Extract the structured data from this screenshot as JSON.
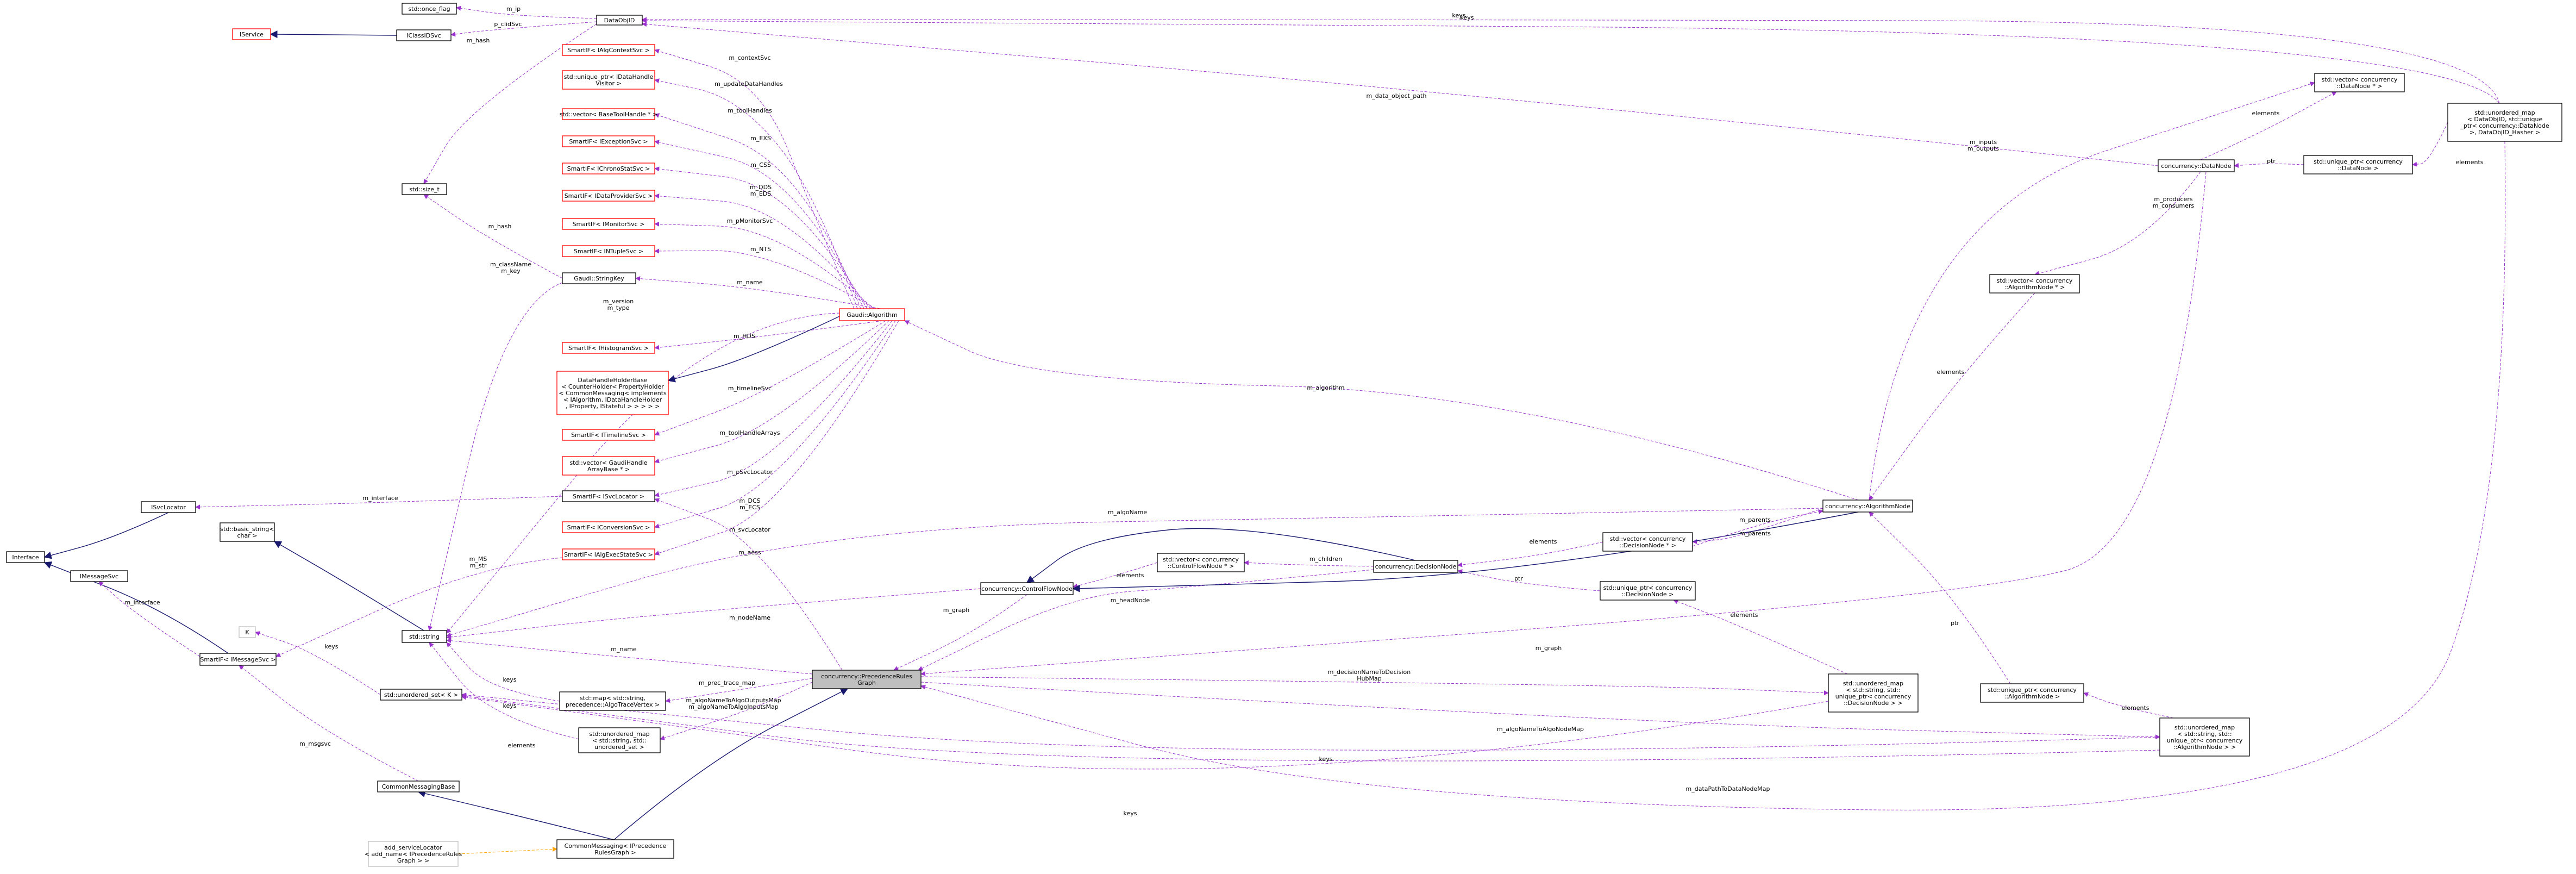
{
  "colors": {
    "node_border_default": "#000000",
    "node_border_undocumented": "#ff0000",
    "node_border_external": "#bfbfbf",
    "node_fill_focus": "#bfbfbf",
    "usage_edge": "#9a32cd",
    "inheritance_edge": "#191970",
    "template_edge": "#ffa500"
  },
  "diagram": {
    "nodes": [
      {
        "id": "once_flag",
        "lines": [
          "std::once_flag"
        ],
        "kind": "default"
      },
      {
        "id": "dataobjid",
        "lines": [
          "DataObjID"
        ],
        "kind": "default"
      },
      {
        "id": "iservice",
        "lines": [
          "IService"
        ],
        "kind": "undocumented"
      },
      {
        "id": "iclassidsvc",
        "lines": [
          "IClassIDSvc"
        ],
        "kind": "default"
      },
      {
        "id": "sp_algcontext",
        "lines": [
          "SmartIF< IAlgContextSvc >"
        ],
        "kind": "undocumented"
      },
      {
        "id": "up_datahandle",
        "lines": [
          "std::unique_ptr< IDataHandle",
          "Visitor >"
        ],
        "kind": "undocumented"
      },
      {
        "id": "vec_basetool",
        "lines": [
          "std::vector< BaseToolHandle * >"
        ],
        "kind": "undocumented"
      },
      {
        "id": "sp_exception",
        "lines": [
          "SmartIF< IExceptionSvc >"
        ],
        "kind": "undocumented"
      },
      {
        "id": "sp_chrono",
        "lines": [
          "SmartIF< IChronoStatSvc >"
        ],
        "kind": "undocumented"
      },
      {
        "id": "sp_dataprovider",
        "lines": [
          "SmartIF< IDataProviderSvc >"
        ],
        "kind": "undocumented"
      },
      {
        "id": "std_size_t",
        "lines": [
          "std::size_t"
        ],
        "kind": "default"
      },
      {
        "id": "sp_monitor",
        "lines": [
          "SmartIF< IMonitorSvc >"
        ],
        "kind": "undocumented"
      },
      {
        "id": "sp_ntuple",
        "lines": [
          "SmartIF< INTupleSvc >"
        ],
        "kind": "undocumented"
      },
      {
        "id": "stringkey",
        "lines": [
          "Gaudi::StringKey"
        ],
        "kind": "default"
      },
      {
        "id": "algorithm",
        "lines": [
          "Gaudi::Algorithm"
        ],
        "kind": "undocumented"
      },
      {
        "id": "sp_histogram",
        "lines": [
          "SmartIF< IHistogramSvc >"
        ],
        "kind": "undocumented"
      },
      {
        "id": "datahandleholder",
        "lines": [
          "DataHandleHolderBase",
          "< CounterHolder< PropertyHolder",
          "< CommonMessaging< implements",
          "< IAlgorithm, IDataHandleHolder",
          ", IProperty, IStateful > > > > >"
        ],
        "kind": "undocumented"
      },
      {
        "id": "sp_timeline",
        "lines": [
          "SmartIF< ITimelineSvc >"
        ],
        "kind": "undocumented"
      },
      {
        "id": "vec_gaudihandle",
        "lines": [
          "std::vector< GaudiHandle",
          "ArrayBase * >"
        ],
        "kind": "undocumented"
      },
      {
        "id": "isvclocator",
        "lines": [
          "ISvcLocator"
        ],
        "kind": "default"
      },
      {
        "id": "sp_isvclocator",
        "lines": [
          "SmartIF< ISvcLocator >"
        ],
        "kind": "default"
      },
      {
        "id": "interface",
        "lines": [
          "Interface"
        ],
        "kind": "default"
      },
      {
        "id": "basic_string",
        "lines": [
          "std::basic_string<",
          "char >"
        ],
        "kind": "default"
      },
      {
        "id": "sp_conversion",
        "lines": [
          "SmartIF< IConversionSvc >"
        ],
        "kind": "undocumented"
      },
      {
        "id": "imessagesvc",
        "lines": [
          "IMessageSvc"
        ],
        "kind": "default"
      },
      {
        "id": "sp_algexec",
        "lines": [
          "SmartIF< IAlgExecStateSvc >"
        ],
        "kind": "undocumented"
      },
      {
        "id": "k_param",
        "lines": [
          "K"
        ],
        "kind": "external"
      },
      {
        "id": "std_string",
        "lines": [
          "std::string"
        ],
        "kind": "default"
      },
      {
        "id": "sp_imessagesvc",
        "lines": [
          "SmartIF< IMessageSvc >"
        ],
        "kind": "default"
      },
      {
        "id": "unordered_set",
        "lines": [
          "std::unordered_set< K >"
        ],
        "kind": "default"
      },
      {
        "id": "prg",
        "lines": [
          "concurrency::PrecedenceRules",
          "Graph"
        ],
        "kind": "focus"
      },
      {
        "id": "std_map_prec",
        "lines": [
          "std::map< std::string,",
          "precedence::AlgoTraceVertex >"
        ],
        "kind": "default"
      },
      {
        "id": "umap_string",
        "lines": [
          "std::unordered_map",
          "< std::string, std::",
          "unordered_set >"
        ],
        "kind": "default"
      },
      {
        "id": "commonmsgbase",
        "lines": [
          "CommonMessagingBase"
        ],
        "kind": "default"
      },
      {
        "id": "commonmsg_prg",
        "lines": [
          "CommonMessaging< IPrecedence",
          "RulesGraph >"
        ],
        "kind": "default"
      },
      {
        "id": "add_serviceloc",
        "lines": [
          "add_serviceLocator",
          "< add_name< IPrecedenceRules",
          "Graph > >"
        ],
        "kind": "external"
      },
      {
        "id": "controlflownode",
        "lines": [
          "concurrency::ControlFlowNode"
        ],
        "kind": "default"
      },
      {
        "id": "vec_cfnode",
        "lines": [
          "std::vector< concurrency",
          "::ControlFlowNode * >"
        ],
        "kind": "default"
      },
      {
        "id": "decisionnode",
        "lines": [
          "concurrency::DecisionNode"
        ],
        "kind": "default"
      },
      {
        "id": "vec_decnode",
        "lines": [
          "std::vector< concurrency",
          "::DecisionNode * >"
        ],
        "kind": "default"
      },
      {
        "id": "up_decnode",
        "lines": [
          "std::unique_ptr< concurrency",
          "::DecisionNode >"
        ],
        "kind": "default"
      },
      {
        "id": "umap_decnode",
        "lines": [
          "std::unordered_map",
          "< std::string, std::",
          "unique_ptr< concurrency",
          "::DecisionNode > >"
        ],
        "kind": "default"
      },
      {
        "id": "algorithmnode",
        "lines": [
          "concurrency::AlgorithmNode"
        ],
        "kind": "default"
      },
      {
        "id": "up_algnode",
        "lines": [
          "std::unique_ptr< concurrency",
          "::AlgorithmNode >"
        ],
        "kind": "default"
      },
      {
        "id": "umap_algnode",
        "lines": [
          "std::unordered_map",
          "< std::string, std::",
          "unique_ptr< concurrency",
          "::AlgorithmNode > >"
        ],
        "kind": "default"
      },
      {
        "id": "vec_datanode",
        "lines": [
          "std::vector< concurrency",
          "::DataNode * >"
        ],
        "kind": "default"
      },
      {
        "id": "datanode",
        "lines": [
          "concurrency::DataNode"
        ],
        "kind": "default"
      },
      {
        "id": "up_datanode",
        "lines": [
          "std::unique_ptr< concurrency",
          "::DataNode >"
        ],
        "kind": "default"
      },
      {
        "id": "umap_dataobjid",
        "lines": [
          "std::unordered_map",
          "< DataObjID, std::unique",
          "_ptr< concurrency::DataNode",
          ">, DataObjID_Hasher >"
        ],
        "kind": "default"
      },
      {
        "id": "vec_algnode",
        "lines": [
          "std::vector< concurrency",
          "::AlgorithmNode * >"
        ],
        "kind": "default"
      }
    ],
    "edges": [
      {
        "id": "e_m_ip",
        "label": [
          "m_ip"
        ],
        "type": "usage"
      },
      {
        "id": "e_p_clidsvc",
        "label": [
          "p_clidSvc"
        ],
        "type": "usage"
      },
      {
        "id": "e_iservice",
        "label": [],
        "type": "inheritance"
      },
      {
        "id": "e_m_hash1",
        "label": [
          "m_hash"
        ],
        "type": "usage"
      },
      {
        "id": "e_keys_top",
        "label": [
          "keys"
        ],
        "type": "usage"
      },
      {
        "id": "e_m_contextsvc",
        "label": [
          "m_contextSvc"
        ],
        "type": "usage"
      },
      {
        "id": "e_m_updatehandles",
        "label": [
          "m_updateDataHandles"
        ],
        "type": "usage"
      },
      {
        "id": "e_m_toolhandles",
        "label": [
          "m_toolHandles"
        ],
        "type": "usage"
      },
      {
        "id": "e_m_exs",
        "label": [
          "m_EXS"
        ],
        "type": "usage"
      },
      {
        "id": "e_m_css",
        "label": [
          "m_CSS"
        ],
        "type": "usage"
      },
      {
        "id": "e_m_dds",
        "label": [
          "m_DDS",
          "m_EDS"
        ],
        "type": "usage"
      },
      {
        "id": "e_m_pmonitor",
        "label": [
          "m_pMonitorSvc"
        ],
        "type": "usage"
      },
      {
        "id": "e_m_nts",
        "label": [
          "m_NTS"
        ],
        "type": "usage"
      },
      {
        "id": "e_m_hash2",
        "label": [
          "m_hash"
        ],
        "type": "usage"
      },
      {
        "id": "e_m_name1",
        "label": [
          "m_name"
        ],
        "type": "usage"
      },
      {
        "id": "e_m_classname",
        "label": [
          "m_className",
          "m_key"
        ],
        "type": "usage"
      },
      {
        "id": "e_m_version",
        "label": [
          "m_version",
          "m_type"
        ],
        "type": "usage"
      },
      {
        "id": "e_m_hds",
        "label": [
          "m_HDS"
        ],
        "type": "usage"
      },
      {
        "id": "e_dhh",
        "label": [],
        "type": "inheritance"
      },
      {
        "id": "e_m_timelinesvc",
        "label": [
          "m_timelineSvc"
        ],
        "type": "usage"
      },
      {
        "id": "e_m_toolarrays",
        "label": [
          "m_toolHandleArrays"
        ],
        "type": "usage"
      },
      {
        "id": "e_m_psvclocator",
        "label": [
          "m_pSvcLocator"
        ],
        "type": "usage"
      },
      {
        "id": "e_m_interface1",
        "label": [
          "m_interface"
        ],
        "type": "usage"
      },
      {
        "id": "e_isvclocator_interface",
        "label": [],
        "type": "inheritance"
      },
      {
        "id": "e_m_dcs",
        "label": [
          "m_DCS",
          "m_ECS"
        ],
        "type": "usage"
      },
      {
        "id": "e_m_svclocator",
        "label": [
          "m_svcLocator"
        ],
        "type": "usage"
      },
      {
        "id": "e_m_aess",
        "label": [
          "m_aess"
        ],
        "type": "usage"
      },
      {
        "id": "e_m_ms",
        "label": [
          "m_MS",
          "m_str"
        ],
        "type": "usage"
      },
      {
        "id": "e_basic_string",
        "label": [],
        "type": "inheritance"
      },
      {
        "id": "e_imessagesvc_interface",
        "label": [],
        "type": "inheritance"
      },
      {
        "id": "e_m_interface2",
        "label": [
          "m_interface"
        ],
        "type": "usage"
      },
      {
        "id": "e_m_algoname",
        "label": [
          "m_algoName"
        ],
        "type": "usage"
      },
      {
        "id": "e_m_nodename",
        "label": [
          "m_nodeName"
        ],
        "type": "usage"
      },
      {
        "id": "e_m_name2",
        "label": [
          "m_name"
        ],
        "type": "usage"
      },
      {
        "id": "e_keys_k",
        "label": [
          "keys"
        ],
        "type": "usage"
      },
      {
        "id": "e_keys_map",
        "label": [
          "keys"
        ],
        "type": "usage"
      },
      {
        "id": "e_keys_umap",
        "label": [
          "keys"
        ],
        "type": "usage"
      },
      {
        "id": "e_m_msgsvc",
        "label": [
          "m_msgsvc"
        ],
        "type": "usage"
      },
      {
        "id": "e_cmb",
        "label": [],
        "type": "inheritance"
      },
      {
        "id": "e_cm_prg",
        "label": [],
        "type": "inheritance"
      },
      {
        "id": "e_add_svcloc",
        "label": [],
        "type": "template"
      },
      {
        "id": "e_prec_trace",
        "label": [
          "m_prec_trace_map"
        ],
        "type": "usage"
      },
      {
        "id": "e_algo_output",
        "label": [
          "m_algoNameToAlgoOutputsMap",
          "m_algoNameToAlgoInputsMap"
        ],
        "type": "usage"
      },
      {
        "id": "e_elements_uset",
        "label": [
          "elements"
        ],
        "type": "usage"
      },
      {
        "id": "e_m_graph_cfn",
        "label": [
          "m_graph"
        ],
        "type": "usage"
      },
      {
        "id": "e_elements_cfn",
        "label": [
          "elements"
        ],
        "type": "usage"
      },
      {
        "id": "e_m_children",
        "label": [
          "m_children"
        ],
        "type": "usage"
      },
      {
        "id": "e_decnode_inherit",
        "label": [],
        "type": "inheritance"
      },
      {
        "id": "e_m_headnode",
        "label": [
          "m_headNode"
        ],
        "type": "usage"
      },
      {
        "id": "e_elements_vdec",
        "label": [
          "elements"
        ],
        "type": "usage"
      },
      {
        "id": "e_m_parents_vdec",
        "label": [
          "m_parents"
        ],
        "type": "usage"
      },
      {
        "id": "e_ptr_dec",
        "label": [
          "ptr"
        ],
        "type": "usage"
      },
      {
        "id": "e_elements_updec",
        "label": [
          "elements"
        ],
        "type": "usage"
      },
      {
        "id": "e_m_decision_map",
        "label": [
          "m_decisionNameToDecision",
          "HubMap"
        ],
        "type": "usage"
      },
      {
        "id": "e_algnode_inherit",
        "label": [],
        "type": "inheritance"
      },
      {
        "id": "e_m_parents_alg",
        "label": [
          "m_parents"
        ],
        "type": "usage"
      },
      {
        "id": "e_m_algorithm",
        "label": [
          "m_algorithm"
        ],
        "type": "usage"
      },
      {
        "id": "e_m_graph_prg",
        "label": [
          "m_graph"
        ],
        "type": "usage"
      },
      {
        "id": "e_ptr_algnode",
        "label": [
          "ptr"
        ],
        "type": "usage"
      },
      {
        "id": "e_elements_upalg",
        "label": [
          "elements"
        ],
        "type": "usage"
      },
      {
        "id": "e_m_algname_map",
        "label": [
          "m_algoNameToAlgoNodeMap"
        ],
        "type": "usage"
      },
      {
        "id": "e_keys_alg",
        "label": [
          "keys"
        ],
        "type": "usage"
      },
      {
        "id": "e_keys_dec",
        "label": [
          "keys"
        ],
        "type": "usage"
      },
      {
        "id": "e_m_inputs",
        "label": [
          "m_inputs",
          "m_outputs"
        ],
        "type": "usage"
      },
      {
        "id": "e_elements_vdn",
        "label": [
          "elements"
        ],
        "type": "usage"
      },
      {
        "id": "e_m_producers",
        "label": [
          "m_producers",
          "m_consumers"
        ],
        "type": "usage"
      },
      {
        "id": "e_elements_valg",
        "label": [
          "elements"
        ],
        "type": "usage"
      },
      {
        "id": "e_m_data_object_path",
        "label": [
          "m_data_object_path"
        ],
        "type": "usage"
      },
      {
        "id": "e_ptr_dn",
        "label": [
          "ptr"
        ],
        "type": "usage"
      },
      {
        "id": "e_elements_updn",
        "label": [
          "elements"
        ],
        "type": "usage"
      },
      {
        "id": "e_keys_dataobjid",
        "label": [
          "keys"
        ],
        "type": "usage"
      },
      {
        "id": "e_m_datapath",
        "label": [
          "m_dataPathToDataNodeMap"
        ],
        "type": "usage"
      }
    ]
  }
}
